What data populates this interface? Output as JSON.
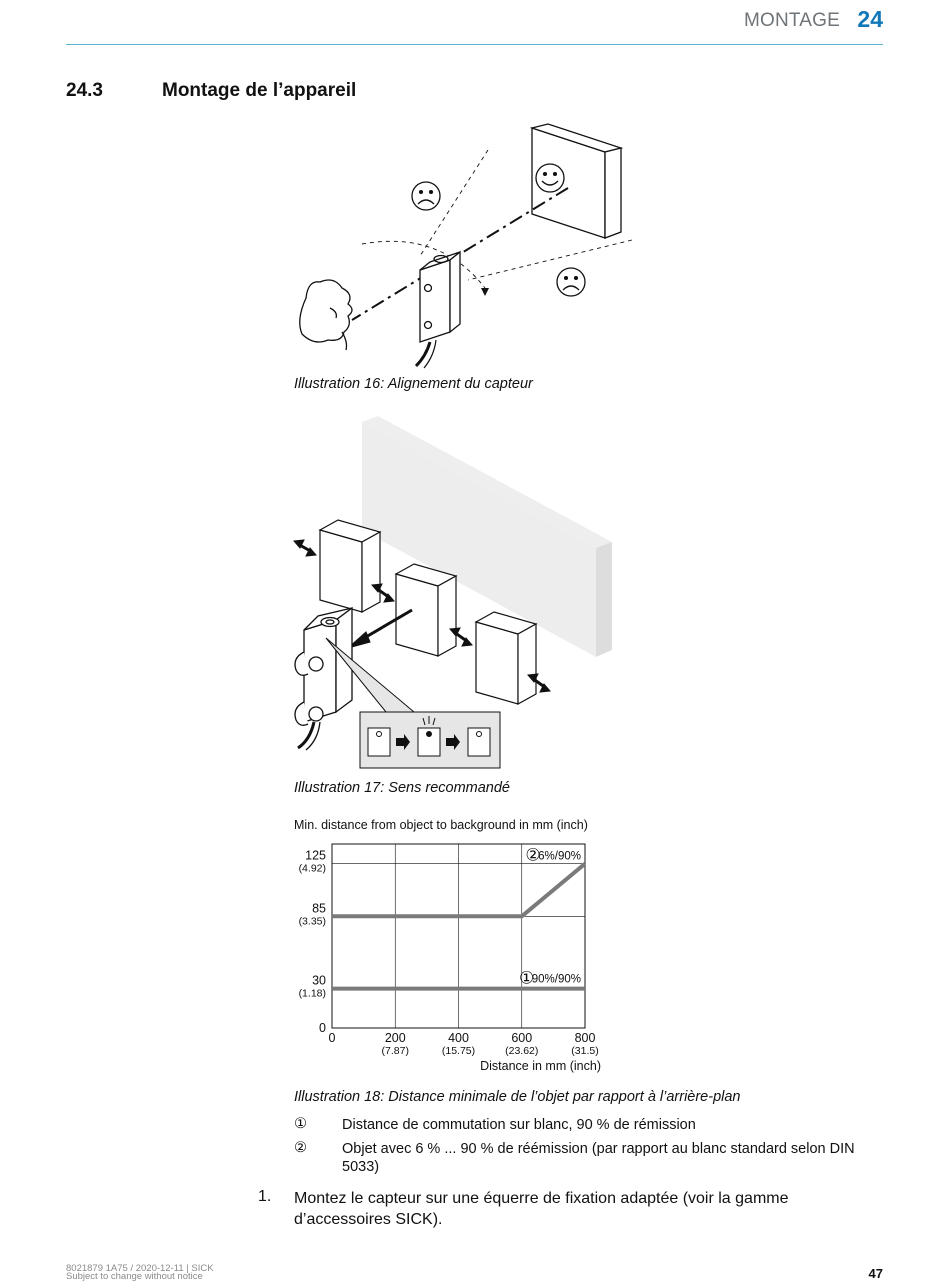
{
  "header": {
    "section": "MONTAGE",
    "chapter": "24"
  },
  "section": {
    "number": "24.3",
    "title": "Montage de l’appareil"
  },
  "figures": {
    "fig16_caption": "Illustration 16: Alignement du capteur",
    "fig17_caption": "Illustration 17: Sens recommandé",
    "fig18_caption": "Illustration 18: Distance minimale de l’objet par rapport à l’arrière-plan"
  },
  "chart_data": {
    "type": "line",
    "title": "Min. distance from object to background in mm (inch)",
    "xlabel": "Distance in mm (inch)",
    "ylabel": "",
    "xlim": [
      0,
      800
    ],
    "ylim": [
      0,
      140
    ],
    "grid": true,
    "x_ticks": [
      {
        "value": 0,
        "label": "0",
        "sub": ""
      },
      {
        "value": 200,
        "label": "200",
        "sub": "(7.87)"
      },
      {
        "value": 400,
        "label": "400",
        "sub": "(15.75)"
      },
      {
        "value": 600,
        "label": "600",
        "sub": "(23.62)"
      },
      {
        "value": 800,
        "label": "800",
        "sub": "(31.5)"
      }
    ],
    "y_ticks": [
      {
        "value": 0,
        "label": "0",
        "sub": ""
      },
      {
        "value": 30,
        "label": "30",
        "sub": "(1.18)"
      },
      {
        "value": 85,
        "label": "85",
        "sub": "(3.35)"
      },
      {
        "value": 125,
        "label": "125",
        "sub": "(4.92)"
      }
    ],
    "series": [
      {
        "name": "90%/90%",
        "marker": "①",
        "x": [
          0,
          800
        ],
        "y": [
          30,
          30
        ]
      },
      {
        "name": "6%/90%",
        "marker": "②",
        "x": [
          0,
          600,
          800
        ],
        "y": [
          85,
          85,
          125
        ]
      }
    ],
    "line_color": "#7a7a7a"
  },
  "legend": [
    {
      "symbol": "①",
      "text": "Distance de commutation sur blanc, 90 % de rémission"
    },
    {
      "symbol": "②",
      "text": "Objet avec 6 % ... 90 % de réémission (par rapport au blanc standard selon DIN 5033)"
    }
  ],
  "steps": [
    {
      "number": "1.",
      "text": "Montez le capteur sur une équerre de fixation adaptée (voir la gamme d’accessoires SICK)."
    }
  ],
  "footer": {
    "doc_ref": "8021879 1A75 / 2020-12-11 | SICK",
    "notice": "Subject to change without notice",
    "page": "47"
  }
}
